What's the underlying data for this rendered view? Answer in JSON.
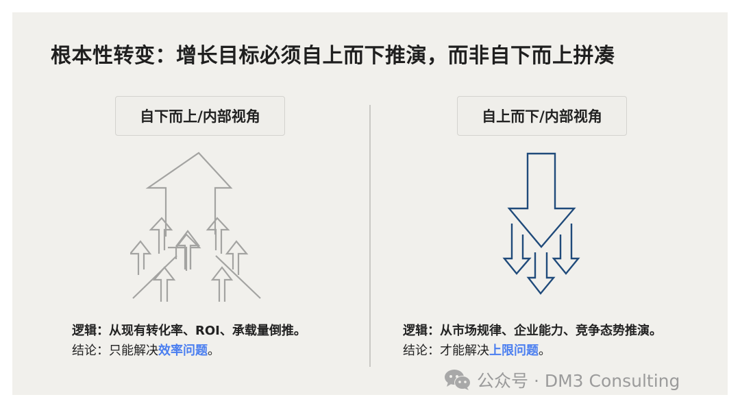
{
  "slide": {
    "title": "根本性转变：增长目标必须自上而下推演，而非自下而上拼凑"
  },
  "left": {
    "label": "自下而上/内部视角",
    "icon": "arrows-up-icon",
    "logic": "逻辑：从现有转化率、ROI、承载量倒推。",
    "conclusion_prefix": "结论：只能解决",
    "conclusion_highlight": "效率问题",
    "conclusion_suffix": "。"
  },
  "right": {
    "label": "自上而下/内部视角",
    "icon": "arrows-down-icon",
    "logic": "逻辑：从市场规律、企业能力、竞争态势推演。",
    "conclusion_prefix": "结论：才能解决",
    "conclusion_highlight": "上限问题",
    "conclusion_suffix": "。"
  },
  "footer": {
    "icon": "wechat-icon",
    "text": "公众号 · DM3 Consulting"
  },
  "colors": {
    "background": "#f1f0ec",
    "left_icon_stroke": "#a3a3a1",
    "right_icon_stroke": "#1f4a7a",
    "highlight": "#4a7ef0"
  }
}
